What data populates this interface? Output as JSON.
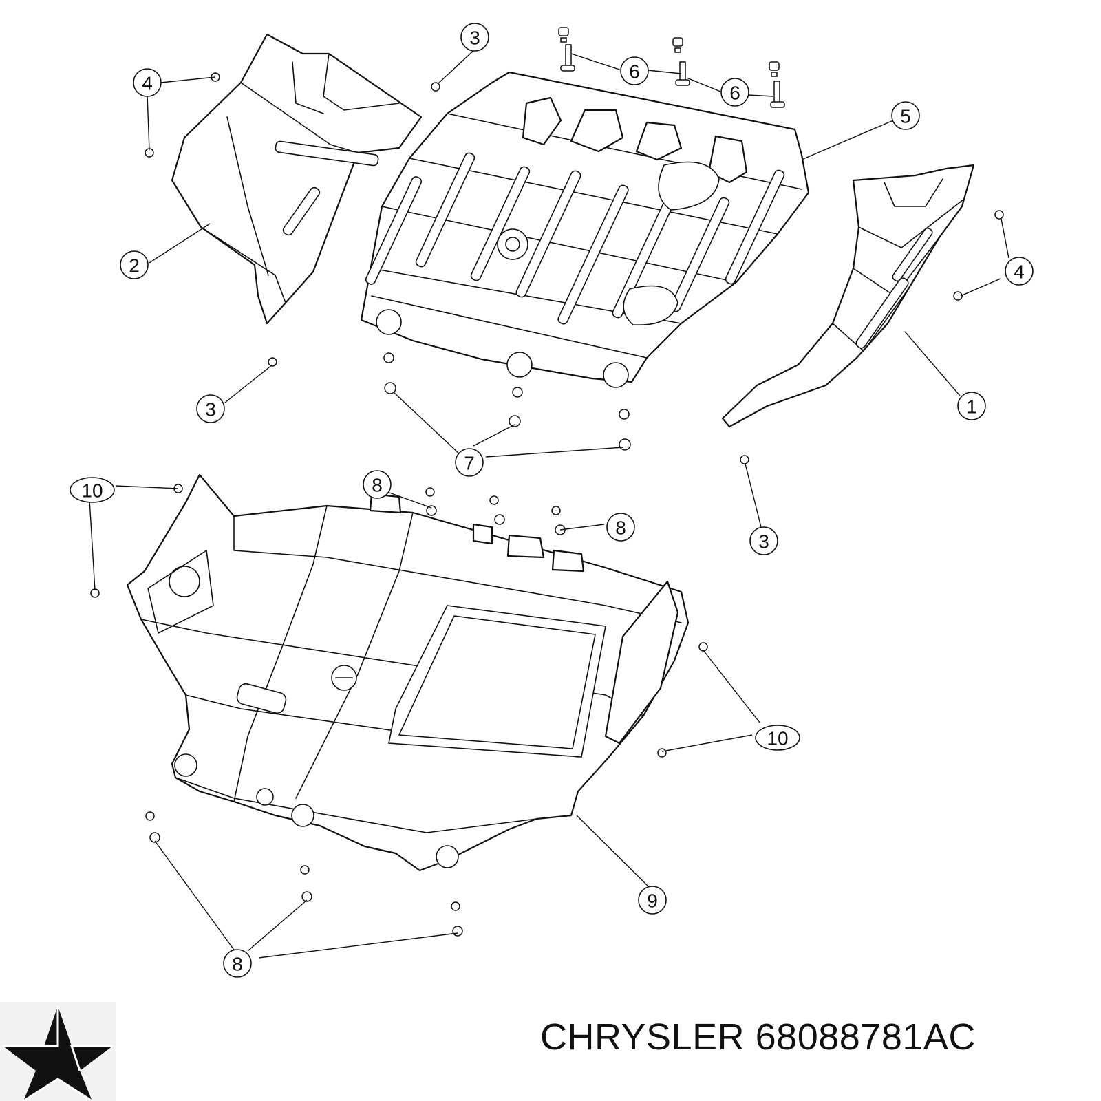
{
  "caption": {
    "brand": "CHRYSLER",
    "part_number": "68088781AC"
  },
  "logo": {
    "icon": "pentastar-logo-icon"
  },
  "callouts": [
    {
      "id": "c2",
      "label": "2"
    },
    {
      "id": "c3a",
      "label": "3"
    },
    {
      "id": "c3b",
      "label": "3"
    },
    {
      "id": "c3c",
      "label": "3"
    },
    {
      "id": "c4a",
      "label": "4"
    },
    {
      "id": "c4b",
      "label": "4"
    },
    {
      "id": "c5",
      "label": "5"
    },
    {
      "id": "c6a",
      "label": "6"
    },
    {
      "id": "c6b",
      "label": "6"
    },
    {
      "id": "c1",
      "label": "1"
    },
    {
      "id": "c7",
      "label": "7"
    },
    {
      "id": "c10a",
      "label": "10"
    },
    {
      "id": "c8a",
      "label": "8"
    },
    {
      "id": "c8b",
      "label": "8"
    },
    {
      "id": "c10b",
      "label": "10"
    },
    {
      "id": "c9",
      "label": "9"
    },
    {
      "id": "c8c",
      "label": "8"
    }
  ]
}
